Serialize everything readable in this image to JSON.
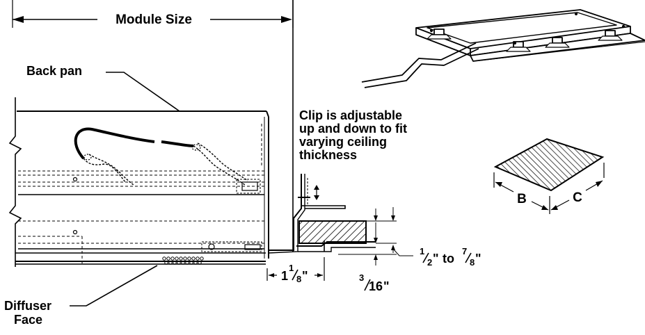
{
  "labels": {
    "module_size": "Module Size",
    "back_pan": "Back pan",
    "clip_note": [
      "Clip is adjustable",
      "up and down to fit",
      "varying ceiling",
      "thickness"
    ],
    "diffuser_line1": "Diffuser",
    "diffuser_line2": "Face",
    "dim_b": "B",
    "dim_c": "C"
  },
  "dimensions": {
    "clip_offset": {
      "whole": "1",
      "numerator": "1",
      "denominator": "8",
      "unit": "\""
    },
    "flange_thickness": {
      "numerator": "3",
      "denominator": "16",
      "unit": "\""
    },
    "ceiling_range": {
      "from_numerator": "1",
      "from_denominator": "2",
      "connector": "to",
      "to_numerator": "7",
      "to_denominator": "8",
      "unit": "\""
    }
  }
}
